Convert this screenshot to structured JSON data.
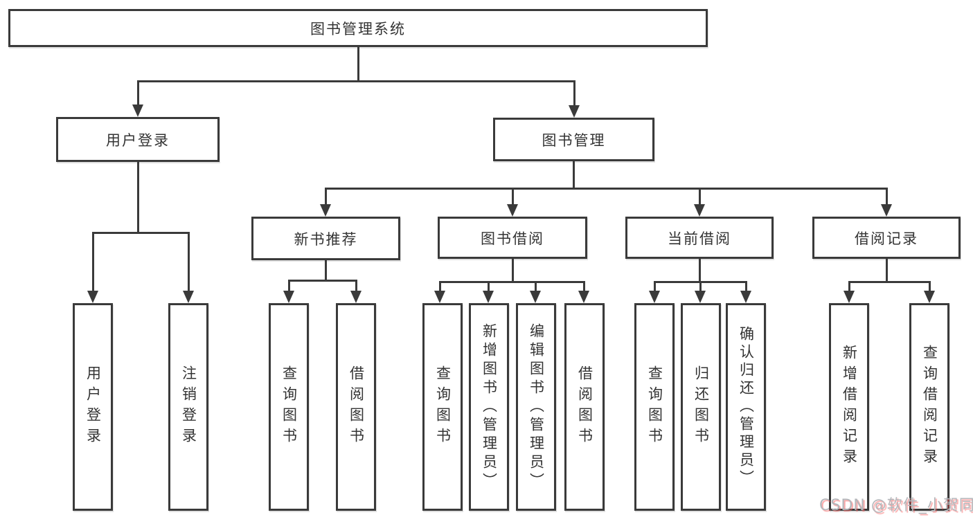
{
  "diagram": {
    "type": "hierarchy-tree",
    "colors": {
      "line": "#3a3a3a",
      "border": "#3a3a3a",
      "text": "#333333",
      "background": "#ffffff",
      "watermark_text": "#b4b7bb",
      "watermark_shadow": "#f75a5a"
    },
    "root": {
      "label": "图书管理系统"
    },
    "level2": [
      {
        "label": "用户登录"
      },
      {
        "label": "图书管理"
      }
    ],
    "level3": [
      {
        "label": "新书推荐",
        "parent": "图书管理"
      },
      {
        "label": "图书借阅",
        "parent": "图书管理"
      },
      {
        "label": "当前借阅",
        "parent": "图书管理"
      },
      {
        "label": "借阅记录",
        "parent": "图书管理"
      }
    ],
    "leaves": [
      {
        "label": "用户登录",
        "parent": "用户登录"
      },
      {
        "label": "注销登录",
        "parent": "用户登录"
      },
      {
        "label": "查询图书",
        "parent": "新书推荐"
      },
      {
        "label": "借阅图书",
        "parent": "新书推荐"
      },
      {
        "label": "查询图书",
        "parent": "图书借阅"
      },
      {
        "label": "新增图书（管理员）",
        "parent": "图书借阅"
      },
      {
        "label": "编辑图书（管理员）",
        "parent": "图书借阅"
      },
      {
        "label": "借阅图书",
        "parent": "图书借阅"
      },
      {
        "label": "查询图书",
        "parent": "当前借阅"
      },
      {
        "label": "归还图书",
        "parent": "当前借阅"
      },
      {
        "label": "确认归还（管理员）",
        "parent": "当前借阅"
      },
      {
        "label": "新增借阅记录",
        "parent": "借阅记录"
      },
      {
        "label": "查询借阅记录",
        "parent": "借阅记录"
      }
    ]
  },
  "watermark": {
    "text": "CSDN @软件_小贺同学"
  }
}
